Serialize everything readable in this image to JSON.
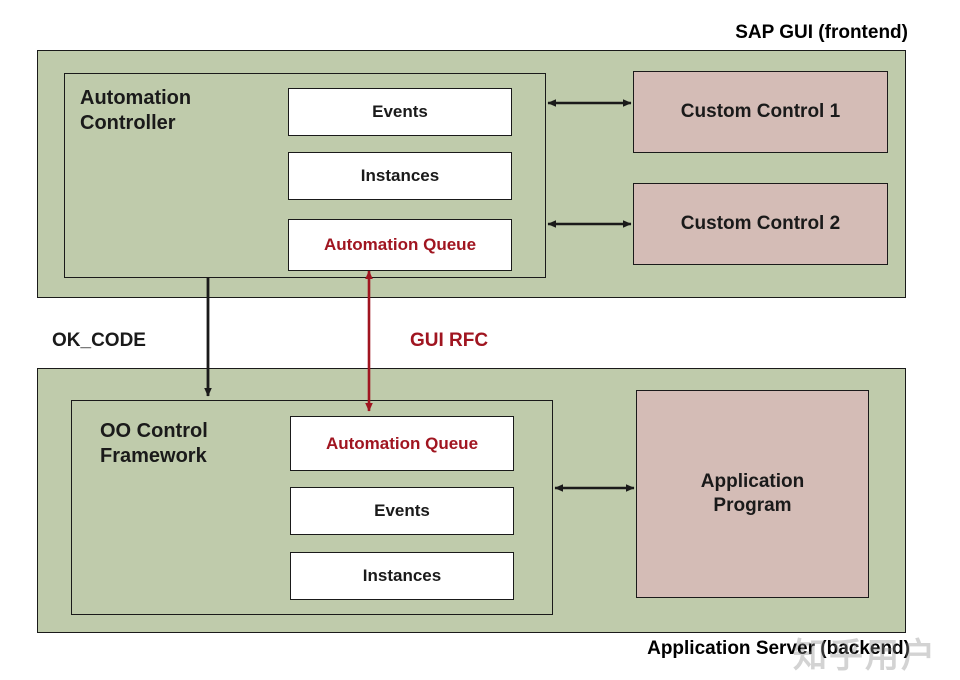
{
  "diagram": {
    "title_frontend": "SAP GUI (frontend)",
    "title_backend": "Application Server (backend)",
    "watermark": "知乎用户",
    "colors": {
      "panel_green": "#bfcbab",
      "control_mauve": "#d4bcb6",
      "sub_box_white": "#ffffff",
      "accent_red": "#a01520",
      "stroke_black": "#1a1a1a"
    },
    "frontend": {
      "framework_label": "Automation\nController",
      "sub_boxes": [
        {
          "label": "Events",
          "accent": false
        },
        {
          "label": "Instances",
          "accent": false
        },
        {
          "label": "Automation Queue",
          "accent": true
        }
      ],
      "controls": [
        {
          "label": "Custom Control 1"
        },
        {
          "label": "Custom Control 2"
        }
      ]
    },
    "backend": {
      "framework_label": "OO Control\nFramework",
      "sub_boxes": [
        {
          "label": "Automation Queue",
          "accent": true
        },
        {
          "label": "Events",
          "accent": false
        },
        {
          "label": "Instances",
          "accent": false
        }
      ],
      "controls": [
        {
          "label": "Application\nProgram"
        }
      ]
    },
    "band_labels": {
      "ok_code": "OK_CODE",
      "gui_rfc": "GUI RFC"
    },
    "connectors": [
      {
        "name": "events-to-custom-control-1",
        "style": "bidirectional",
        "color": "#1a1a1a"
      },
      {
        "name": "automation-queue-to-custom-control-2",
        "style": "bidirectional",
        "color": "#1a1a1a"
      },
      {
        "name": "ok-code-controller-to-framework",
        "style": "downward",
        "color": "#1a1a1a"
      },
      {
        "name": "gui-rfc-queue-sync",
        "style": "bidirectional",
        "color": "#a01520"
      },
      {
        "name": "framework-to-application-program",
        "style": "bidirectional",
        "color": "#1a1a1a"
      }
    ]
  }
}
